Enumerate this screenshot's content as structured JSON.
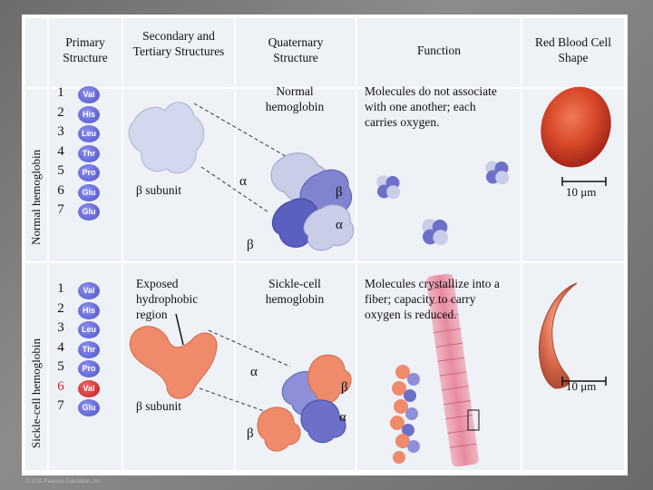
{
  "headers": {
    "primary": "Primary Structure",
    "secondary": "Secondary and Tertiary Structures",
    "quaternary": "Quaternary Structure",
    "function": "Function",
    "rbc": "Red Blood Cell Shape"
  },
  "normal": {
    "row_label": "Normal hemoglobin",
    "numbers": [
      "1",
      "2",
      "3",
      "4",
      "5",
      "6",
      "7"
    ],
    "beads": [
      "Val",
      "His",
      "Leu",
      "Thr",
      "Pro",
      "Glu",
      "Glu"
    ],
    "subunit_label": "β subunit",
    "quaternary_label": "Normal hemoglobin",
    "alpha": "α",
    "beta": "β",
    "function_text": "Molecules do not associate with one another; each carries oxygen.",
    "scale": "10 μm"
  },
  "sickle": {
    "row_label": "Sickle-cell hemoglobin",
    "numbers": [
      "1",
      "2",
      "3",
      "4",
      "5",
      "6",
      "7"
    ],
    "beads": [
      "Val",
      "His",
      "Leu",
      "Thr",
      "Pro",
      "Val",
      "Glu"
    ],
    "hydrophobic_label": "Exposed hydrophobic region",
    "subunit_label": "β subunit",
    "quaternary_label": "Sickle-cell hemoglobin",
    "alpha": "α",
    "beta": "β",
    "function_text": "Molecules crystallize into a fiber; capacity to carry oxygen is reduced.",
    "scale": "10 μm"
  },
  "colors": {
    "cell_bg": "#eef2f7",
    "subunit_normal": "#c7cde8",
    "subunit_sickle": "#ef8a6a",
    "alpha_subunit": "#8d90d8",
    "mutant_residue": "#c01818"
  },
  "copyright": "© 2011 Pearson Education, Inc."
}
